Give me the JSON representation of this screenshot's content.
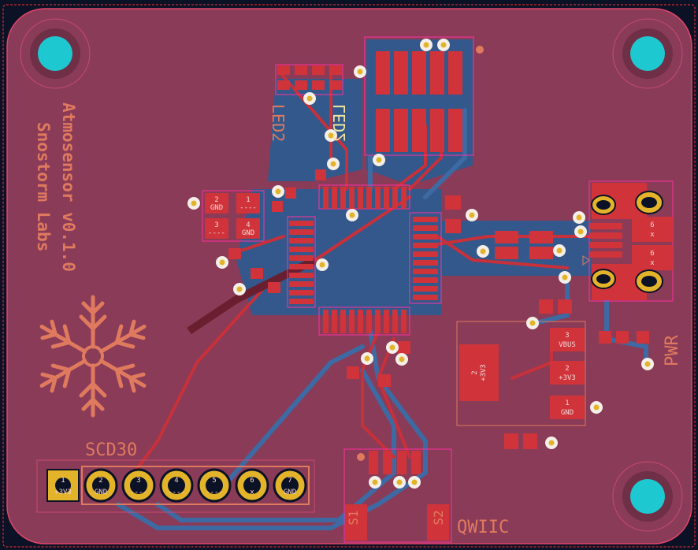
{
  "board": {
    "title_line1": "Atmosensor v0.1.0",
    "title_line2": "Snostorm Labs",
    "logo": "snowflake"
  },
  "labels": {
    "led2_back": "LED2",
    "led2_front": "LED2",
    "scd30": "SCD30",
    "pwr": "PWR",
    "qwiic": "QWIIC",
    "s1": "S1",
    "s2": "S2"
  },
  "scd30_header": {
    "pins": [
      {
        "num": "1",
        "name": "+3V3"
      },
      {
        "num": "2",
        "name": "GND"
      },
      {
        "num": "3",
        "name": "----"
      },
      {
        "num": "4",
        "name": "----"
      },
      {
        "num": "5",
        "name": "----"
      },
      {
        "num": "6",
        "name": "x"
      },
      {
        "num": "7",
        "name": "GND"
      }
    ]
  },
  "sensor_pads": [
    {
      "num": "2",
      "name": "GND"
    },
    {
      "num": "1",
      "name": "----"
    },
    {
      "num": "3",
      "name": "----"
    },
    {
      "num": "4",
      "name": "GND"
    }
  ],
  "regulator_pads": [
    {
      "num": "3",
      "name": "VBUS"
    },
    {
      "num": "2",
      "name": "+3V3"
    },
    {
      "num": "1",
      "name": "GND"
    },
    {
      "num": "2",
      "name": "+3V3"
    }
  ],
  "usb_pads": [
    {
      "num": "6",
      "name": "x"
    },
    {
      "num": "6",
      "name": "x"
    }
  ],
  "colors": {
    "background": "#0b1226",
    "board": "#8a3b57",
    "copper_front": "#c8303a",
    "copper_back": "#3d6aa3",
    "silkscreen": "#e07a5f",
    "hole": "#1ec8d0"
  }
}
